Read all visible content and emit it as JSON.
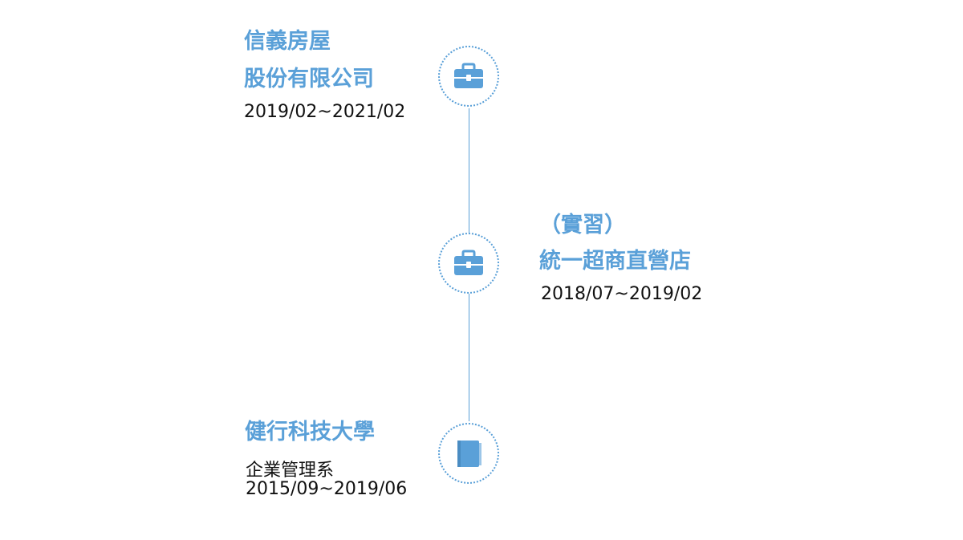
{
  "colors": {
    "accent": "#5aa0d8",
    "text": "#111111",
    "background": "#ffffff"
  },
  "timeline": [
    {
      "icon": "briefcase-icon",
      "title_lines": [
        "信義房屋",
        "股份有限公司"
      ],
      "date": "2019/02~2021/02"
    },
    {
      "icon": "briefcase-icon",
      "title_lines": [
        "（實習）",
        "統一超商直營店"
      ],
      "date": "2018/07~2019/02"
    },
    {
      "icon": "book-icon",
      "title_lines": [
        "健行科技大學"
      ],
      "department": "企業管理系",
      "date": "2015/09~2019/06"
    }
  ]
}
